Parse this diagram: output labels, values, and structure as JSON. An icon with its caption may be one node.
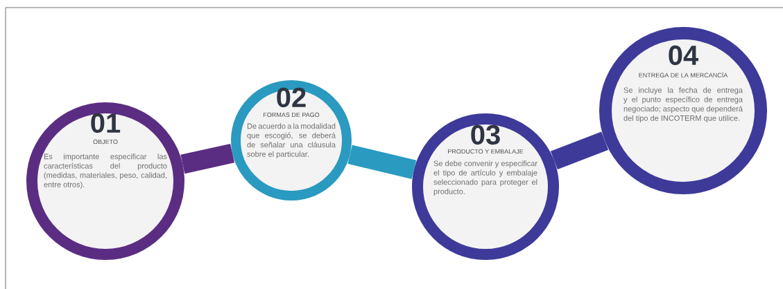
{
  "diagram": {
    "nodes": [
      {
        "text": [
          "01",
          "OBJETO",
          "Es importante especificar las características del producto (medidas, materiales, peso, calidad, entre otros)."
        ]
      },
      {
        "text": [
          "02",
          "FORMAS DE PAGO",
          "De acuerdo a la modalidad que escogió, se deberá de señalar una cláusula sobre el particular."
        ]
      },
      {
        "text": [
          "03",
          "PRODUCTO Y EMBALAJE",
          "Se debe convenir y especificar el tipo de artículo y embalaje seleccionado para proteger el producto."
        ]
      },
      {
        "text": [
          "04",
          "ENTREGA DE LA MERCANCÍA",
          "Se incluye la fecha de entrega y el punto específico de entrega negociado; aspecto que dependerá del tipo de INCOTERM que utilice."
        ]
      }
    ],
    "edges": [
      {
        "from": 0,
        "to": 1,
        "arrow": "none",
        "color": "#5b2d82"
      },
      {
        "from": 1,
        "to": 2,
        "arrow": "none",
        "color": "#2a9ac0"
      },
      {
        "from": 2,
        "to": 3,
        "arrow": "none",
        "color": "#3d3a9a"
      }
    ]
  }
}
